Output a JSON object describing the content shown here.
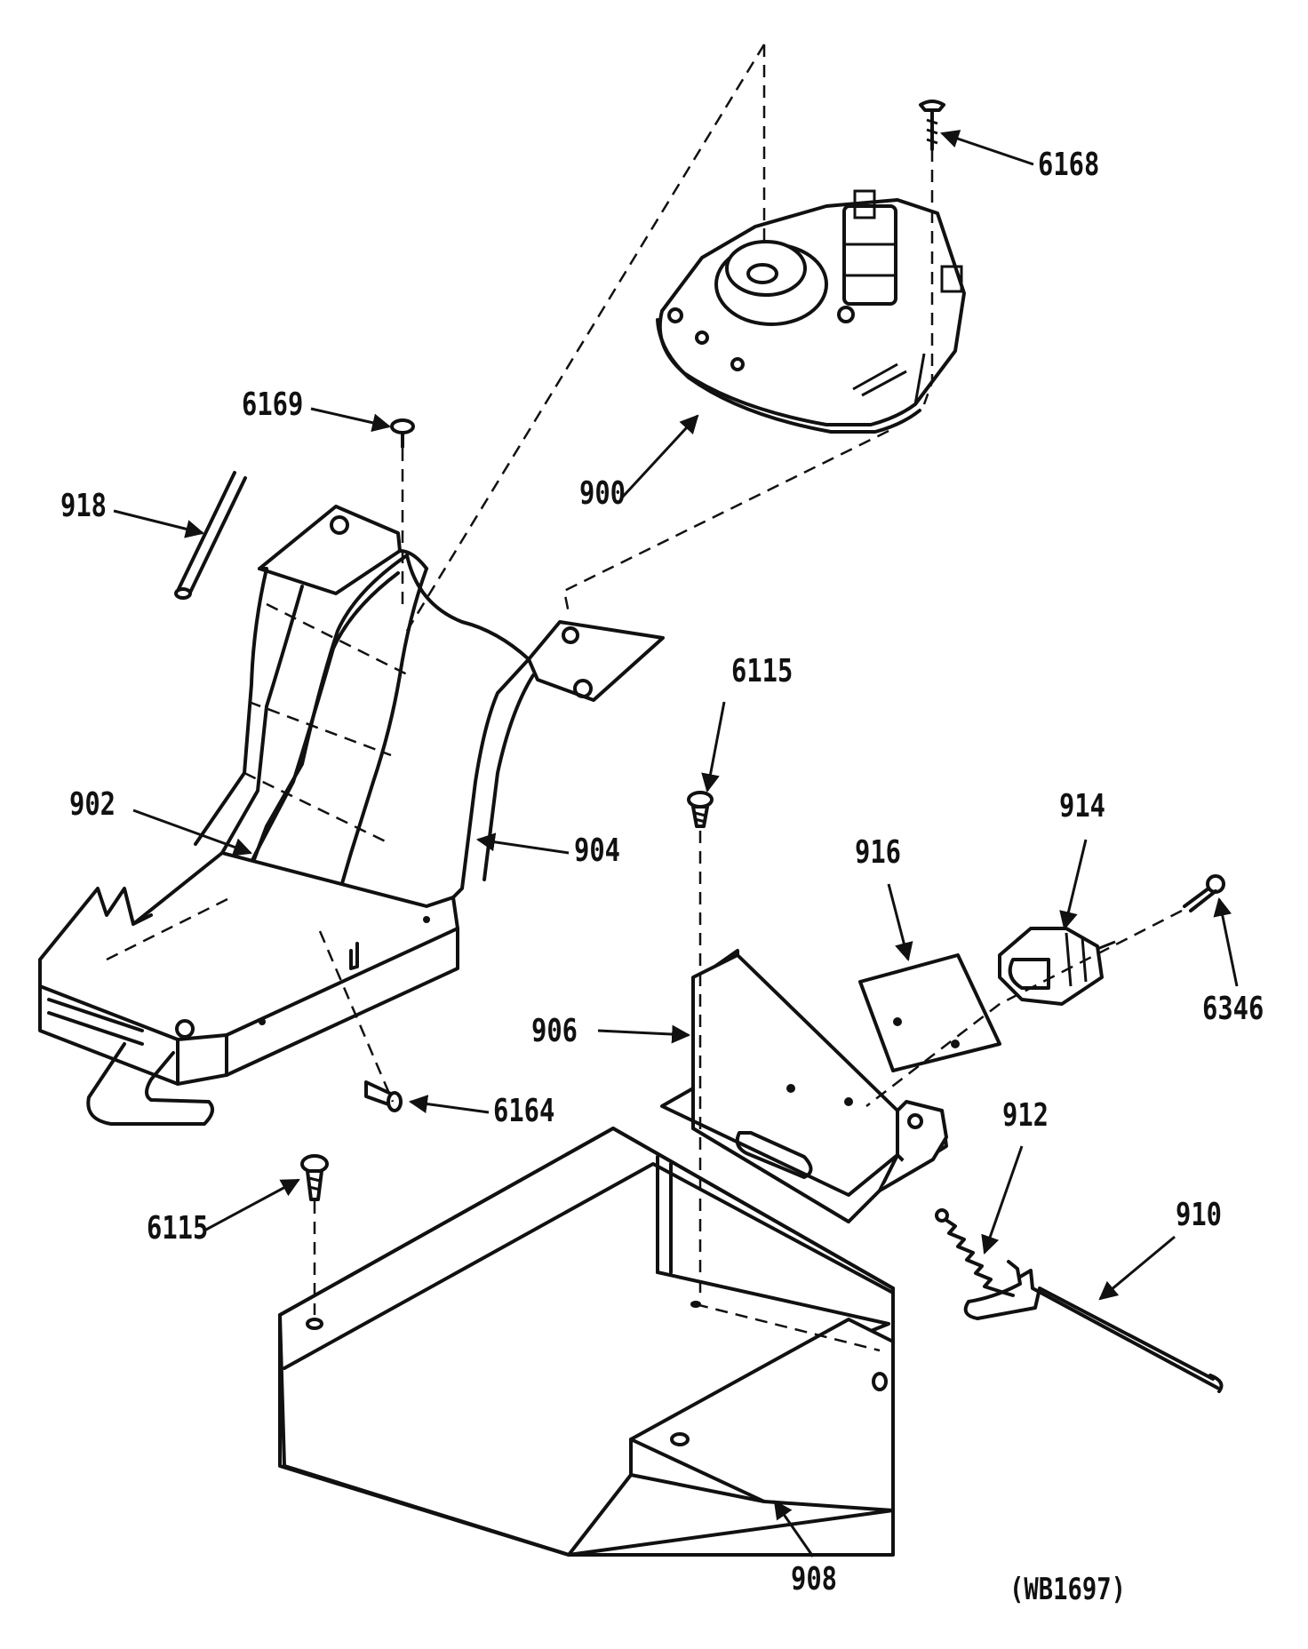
{
  "diagram": {
    "part_labels": {
      "p6168": "6168",
      "p6169": "6169",
      "p900": "900",
      "p918": "918",
      "p6115_top": "6115",
      "p902": "902",
      "p904": "904",
      "p914": "914",
      "p916": "916",
      "p6346": "6346",
      "p906": "906",
      "p6164": "6164",
      "p912": "912",
      "p6115_bottom": "6115",
      "p910": "910",
      "p908": "908"
    },
    "diagram_id": "(WB1697)",
    "colors": {
      "ink": "#111111",
      "paper": "#ffffff"
    }
  }
}
